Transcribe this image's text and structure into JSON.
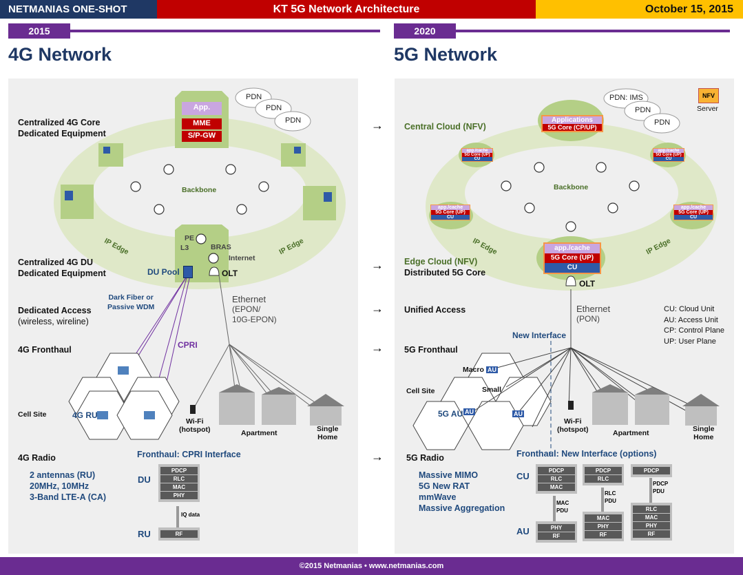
{
  "header": {
    "brand": "NETMANIAS ONE-SHOT",
    "title": "KT 5G Network Architecture",
    "date": "October 15, 2015"
  },
  "colors": {
    "navy": "#1f3864",
    "red": "#c00000",
    "gold": "#ffc000",
    "purple": "#6a2c91"
  },
  "left": {
    "year": "2015",
    "title": "4G Network",
    "rows": {
      "core": [
        "Centralized 4G Core",
        "Dedicated Equipment"
      ],
      "du": [
        "Centralized 4G DU",
        "Dedicated Equipment"
      ],
      "access": [
        "Dedicated Access",
        "(wireless, wireline)"
      ],
      "fronthaul": "4G Fronthaul",
      "cellsite": "Cell Site",
      "radio": "4G Radio"
    },
    "core_box": {
      "app": "App.",
      "mme": "MME",
      "spgw": "S/P-GW"
    },
    "pdn": [
      "PDN",
      "PDN",
      "PDN"
    ],
    "backbone": "Backbone",
    "ip_edge": [
      "IP Edge",
      "IP Edge"
    ],
    "pe": "PE",
    "l3": "L3",
    "bras": "BRAS",
    "internet": "Internet",
    "du_pool": "DU Pool",
    "olt": "OLT",
    "dark_fiber": [
      "Dark Fiber or",
      "Passive WDM"
    ],
    "cpri": "CPRI",
    "ethernet": [
      "Ethernet",
      "(EPON/",
      "10G-EPON)"
    ],
    "ru": "4G RU",
    "wifi": [
      "Wi-Fi",
      "(hotspot)"
    ],
    "apartment": "Apartment",
    "single_home": [
      "Single",
      "Home"
    ],
    "fronthaul_title": "Fronthaul: CPRI Interface",
    "radio_specs": [
      "2 antennas (RU)",
      "20MHz, 10MHz",
      "3-Band LTE-A (CA)"
    ],
    "du_label": "DU",
    "ru_label": "RU",
    "du_stack": [
      "PDCP",
      "RLC",
      "MAC",
      "PHY"
    ],
    "iq": "IQ data",
    "ru_stack": [
      "RF"
    ]
  },
  "right": {
    "year": "2020",
    "title": "5G Network",
    "rows": {
      "central": "Central Cloud (NFV)",
      "edge": [
        "Edge Cloud (NFV)",
        "Distributed 5G Core"
      ],
      "access": "Unified Access",
      "fronthaul": "5G Fronthaul",
      "cellsite": "Cell Site",
      "radio": "5G Radio"
    },
    "nfv": "NFV",
    "server": "Server",
    "pdn": [
      "PDN: IMS",
      "PDN",
      "PDN"
    ],
    "applications": "Applications",
    "core_cpup": "5G Core (CP/UP)",
    "app_cache": "app./cache",
    "core_up": "5G Core (UP)",
    "cu": "CU",
    "backbone": "Backbone",
    "ip_edge": [
      "IP Edge",
      "IP Edge"
    ],
    "olt": "OLT",
    "ethernet": [
      "Ethernet",
      "(PON)"
    ],
    "legend": [
      "CU: Cloud Unit",
      "AU: Access Unit",
      "CP: Control Plane",
      "UP: User Plane"
    ],
    "new_interface": "New Interface",
    "macro": "Macro",
    "small": "Small",
    "au": "AU",
    "au_5g": "5G AU",
    "wifi": [
      "Wi-Fi",
      "(hotspot)"
    ],
    "apartment": "Apartment",
    "single_home": [
      "Single",
      "Home"
    ],
    "fronthaul_title": "Fronthaul: New Interface (options)",
    "radio_specs": [
      "Massive MIMO",
      "5G New RAT",
      "mmWave",
      "Massive Aggregation"
    ],
    "cu_label": "CU",
    "au_label": "AU",
    "opt1_cu": [
      "PDCP",
      "RLC",
      "MAC"
    ],
    "opt1_if": [
      "MAC",
      "PDU"
    ],
    "opt1_au": [
      "PHY",
      "RF"
    ],
    "opt2_cu": [
      "PDCP",
      "RLC"
    ],
    "opt2_if": [
      "RLC",
      "PDU"
    ],
    "opt2_au": [
      "MAC",
      "PHY",
      "RF"
    ],
    "opt3_cu": [
      "PDCP"
    ],
    "opt3_if": [
      "PDCP",
      "PDU"
    ],
    "opt3_au": [
      "RLC",
      "MAC",
      "PHY",
      "RF"
    ]
  },
  "footer": "©2015 Netmanias • www.netmanias.com"
}
